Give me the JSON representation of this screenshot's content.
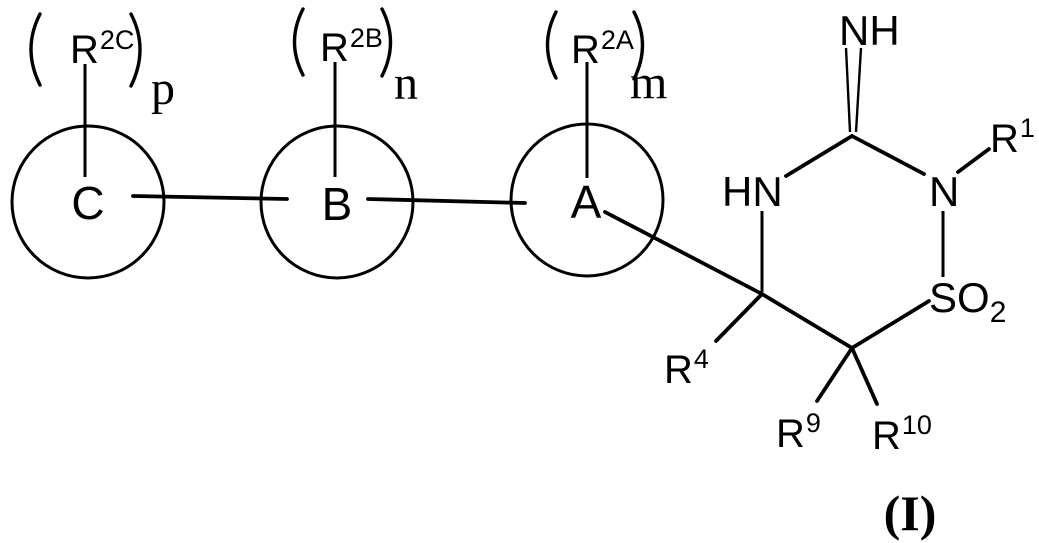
{
  "figure": {
    "kind": "chemical-structure",
    "formula_label": "(I)",
    "ink_color": "#000000",
    "background_color": "#ffffff"
  },
  "rings": [
    {
      "label": "C",
      "substituent": {
        "open_paren": "(",
        "base": "R",
        "sup": "2C",
        "close_paren": ")",
        "count": "p"
      }
    },
    {
      "label": "B",
      "substituent": {
        "open_paren": "(",
        "base": "R",
        "sup": "2B",
        "close_paren": ")",
        "count": "n"
      }
    },
    {
      "label": "A",
      "substituent": {
        "open_paren": "(",
        "base": "R",
        "sup": "2A",
        "close_paren": ")",
        "count": "m"
      }
    }
  ],
  "heterocycle": {
    "imine_label": "NH",
    "amine_label": "HN",
    "nitrogen_label": "N",
    "sulfonyl": {
      "base": "SO",
      "sub": "2"
    },
    "r1": {
      "base": "R",
      "sup": "1"
    },
    "r4": {
      "base": "R",
      "sup": "4"
    },
    "r9": {
      "base": "R",
      "sup": "9"
    },
    "r10": {
      "base": "R",
      "sup": "10"
    }
  }
}
